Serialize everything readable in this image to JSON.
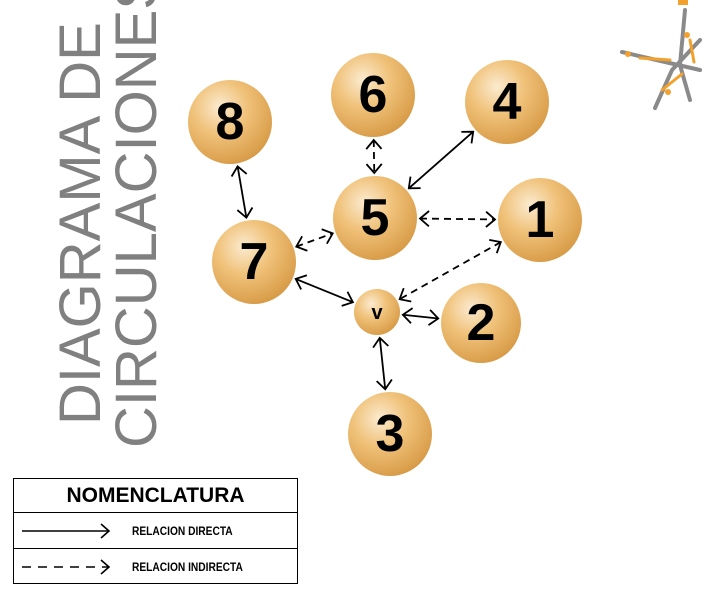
{
  "title": {
    "line1": "DIAGRAMA DE",
    "line2": "CIRCULACIONES"
  },
  "nodes": [
    {
      "id": "8",
      "label": "8"
    },
    {
      "id": "6",
      "label": "6"
    },
    {
      "id": "4",
      "label": "4"
    },
    {
      "id": "5",
      "label": "5"
    },
    {
      "id": "1",
      "label": "1"
    },
    {
      "id": "7",
      "label": "7"
    },
    {
      "id": "v",
      "label": "v"
    },
    {
      "id": "2",
      "label": "2"
    },
    {
      "id": "3",
      "label": "3"
    }
  ],
  "edges": [
    {
      "from": "6",
      "to": "5",
      "type": "indirecta"
    },
    {
      "from": "4",
      "to": "5",
      "type": "directa"
    },
    {
      "from": "5",
      "to": "1",
      "type": "indirecta"
    },
    {
      "from": "8",
      "to": "7",
      "type": "directa"
    },
    {
      "from": "7",
      "to": "5",
      "type": "indirecta"
    },
    {
      "from": "1",
      "to": "v",
      "type": "indirecta"
    },
    {
      "from": "7",
      "to": "v",
      "type": "directa"
    },
    {
      "from": "v",
      "to": "2",
      "type": "directa"
    },
    {
      "from": "v",
      "to": "3",
      "type": "directa"
    }
  ],
  "legend": {
    "header": "NOMENCLATURA",
    "items": [
      {
        "type": "directa",
        "label": "RELACION DIRECTA"
      },
      {
        "type": "indirecta",
        "label": "RELACION INDIRECTA"
      }
    ]
  },
  "colors": {
    "node_fill": "#E8AE56",
    "node_highlight": "#FBEBD0",
    "node_edge": "#C9893A",
    "title": "#808080",
    "line": "#000000",
    "logo_gray": "#808080",
    "logo_orange": "#F3A12D"
  },
  "logo": {
    "icon": "abstract-star-logo"
  }
}
